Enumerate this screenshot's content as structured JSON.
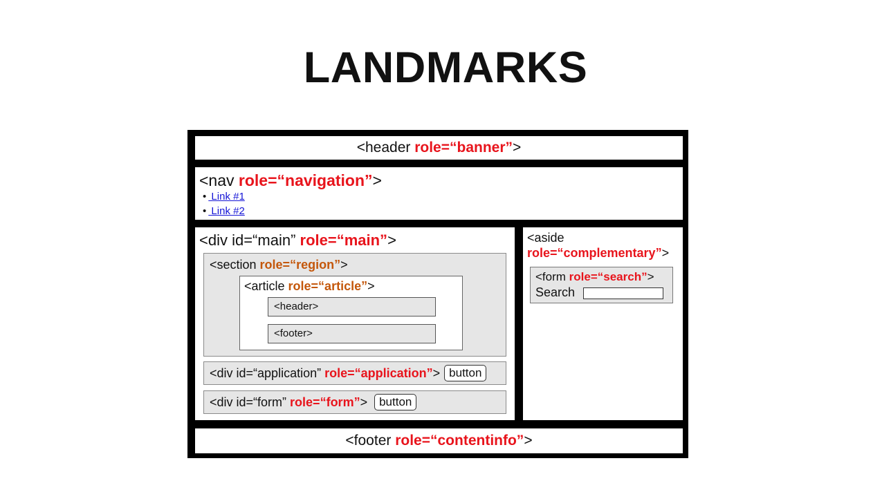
{
  "title": "LANDMARKS",
  "header": {
    "tag": "<header ",
    "role": "role=“banner”",
    "close": ">"
  },
  "nav": {
    "tag": "<nav ",
    "role": "role=“navigation”",
    "close": ">",
    "links": [
      " Link #1",
      " Link #2"
    ]
  },
  "main": {
    "tag": "<div id=“main” ",
    "role": "role=“main”",
    "close": ">",
    "section": {
      "tag": "<section ",
      "role": "role=“region”",
      "close": ">"
    },
    "article": {
      "tag": "<article ",
      "role": "role=“article”",
      "close": ">",
      "header_label": "<header>",
      "footer_label": "<footer>"
    },
    "application": {
      "tag": "<div id=“application” ",
      "role": "role=“application”",
      "close": ">",
      "button": "button"
    },
    "form": {
      "tag": "<div id=“form” ",
      "role": "role=“form”",
      "close": ">",
      "button": "button"
    }
  },
  "aside": {
    "tag": "<aside",
    "role": "role=“complementary”",
    "close": ">",
    "search_form": {
      "tag": "<form ",
      "role": "role=“search”",
      "close": ">",
      "label": "Search",
      "value": ""
    }
  },
  "footer": {
    "tag": "<footer ",
    "role": "role=“contentinfo”",
    "close": ">"
  },
  "colors": {
    "role_attr": "#e8141c",
    "nested_role_attr": "#c4570b",
    "link": "#1515d6",
    "panel_gray": "#e6e6e6"
  }
}
